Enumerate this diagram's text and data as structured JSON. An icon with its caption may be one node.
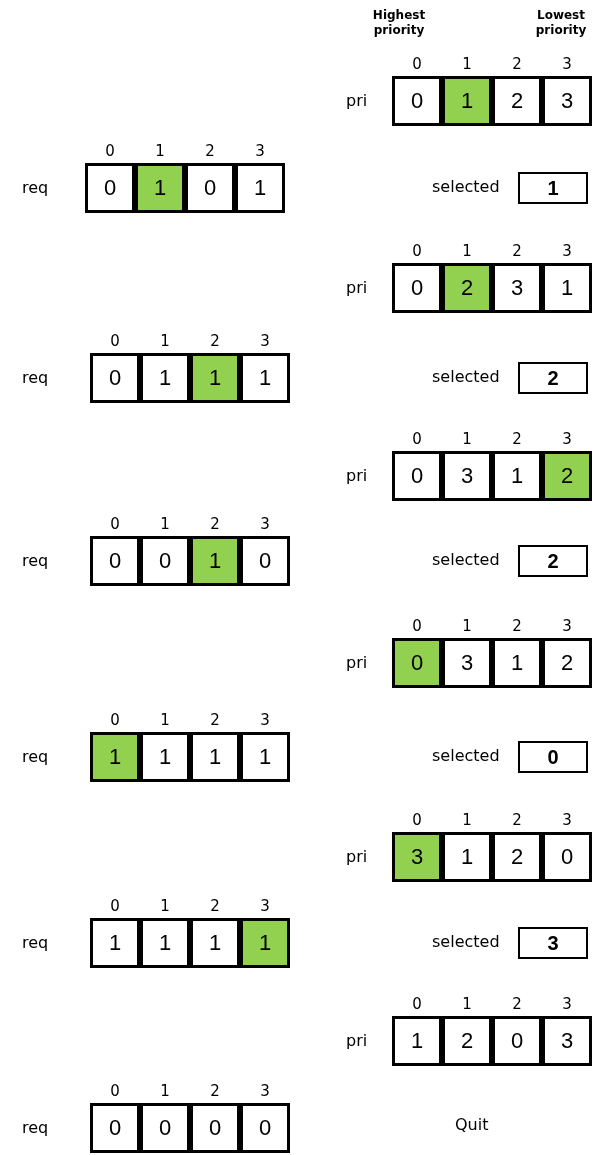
{
  "diagram": {
    "nodes": [
      {
        "text": [
          "0"
        ]
      },
      {
        "text": [
          "1"
        ]
      },
      {
        "text": [
          "2"
        ]
      },
      {
        "text": [
          "3"
        ]
      },
      {
        "text": [
          "0"
        ]
      },
      {
        "text": [
          "1"
        ]
      },
      {
        "text": [
          "0"
        ]
      },
      {
        "text": [
          "1"
        ]
      },
      {
        "text": [
          "1"
        ]
      },
      {
        "text": [
          "0"
        ]
      },
      {
        "text": [
          "2"
        ]
      },
      {
        "text": [
          "3"
        ]
      },
      {
        "text": [
          "1"
        ]
      },
      {
        "text": [
          "0"
        ]
      },
      {
        "text": [
          "1"
        ]
      },
      {
        "text": [
          "1"
        ]
      },
      {
        "text": [
          "1"
        ]
      },
      {
        "text": [
          "2"
        ]
      },
      {
        "text": [
          "0"
        ]
      },
      {
        "text": [
          "3"
        ]
      },
      {
        "text": [
          "1"
        ]
      },
      {
        "text": [
          "2"
        ]
      },
      {
        "text": [
          "0"
        ]
      },
      {
        "text": [
          "0"
        ]
      },
      {
        "text": [
          "1"
        ]
      },
      {
        "text": [
          "0"
        ]
      },
      {
        "text": [
          "2"
        ]
      },
      {
        "text": [
          "0"
        ]
      },
      {
        "text": [
          "3"
        ]
      },
      {
        "text": [
          "1"
        ]
      },
      {
        "text": [
          "2"
        ]
      },
      {
        "text": [
          "1"
        ]
      },
      {
        "text": [
          "1"
        ]
      },
      {
        "text": [
          "1"
        ]
      },
      {
        "text": [
          "1"
        ]
      },
      {
        "text": [
          "0"
        ]
      },
      {
        "text": [
          "3"
        ]
      },
      {
        "text": [
          "1"
        ]
      },
      {
        "text": [
          "2"
        ]
      },
      {
        "text": [
          "0"
        ]
      },
      {
        "text": [
          "1"
        ]
      },
      {
        "text": [
          "1"
        ]
      },
      {
        "text": [
          "1"
        ]
      },
      {
        "text": [
          "1"
        ]
      },
      {
        "text": [
          "3"
        ]
      },
      {
        "text": [
          "1"
        ]
      },
      {
        "text": [
          "2"
        ]
      },
      {
        "text": [
          "0"
        ]
      },
      {
        "text": [
          "3"
        ]
      },
      {
        "text": [
          "0"
        ]
      },
      {
        "text": [
          "0"
        ]
      },
      {
        "text": [
          "0"
        ]
      },
      {
        "text": [
          "0"
        ]
      }
    ],
    "labels": [
      "Highest priority",
      "Lowest priority",
      "0",
      "1",
      "2",
      "3",
      "pri",
      "0",
      "1",
      "2",
      "3",
      "req",
      "selected",
      "0",
      "1",
      "2",
      "3",
      "pri",
      "0",
      "1",
      "2",
      "3",
      "req",
      "selected",
      "0",
      "1",
      "2",
      "3",
      "pri",
      "0",
      "1",
      "2",
      "3",
      "req",
      "selected",
      "0",
      "1",
      "2",
      "3",
      "pri",
      "0",
      "1",
      "2",
      "3",
      "req",
      "selected",
      "0",
      "1",
      "2",
      "3",
      "pri",
      "0",
      "1",
      "2",
      "3",
      "req",
      "selected",
      "0",
      "1",
      "2",
      "3",
      "pri",
      "0",
      "1",
      "2",
      "3",
      "req",
      "Quit"
    ]
  }
}
